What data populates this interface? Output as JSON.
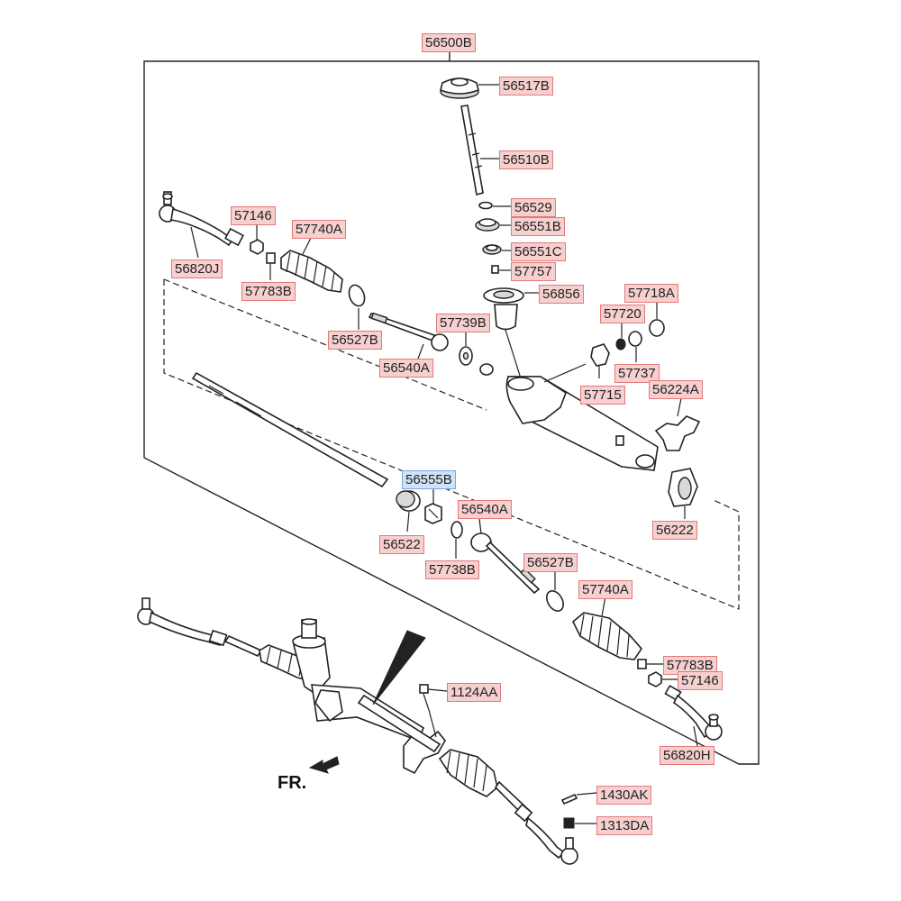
{
  "colors": {
    "label_bg": "#f6cfcf",
    "label_border": "#e27a7a",
    "highlight_bg": "#cfe3f6",
    "highlight_border": "#7aa8e2",
    "line": "#222222"
  },
  "front_indicator": "FR.",
  "labels": {
    "assembly": "56500B",
    "l56517b": "56517B",
    "l56510b": "56510B",
    "l56529": "56529",
    "l56551b": "56551B",
    "l56551c": "56551C",
    "l57757": "57757",
    "l56856": "56856",
    "l57146a": "57146",
    "l57740a1": "57740A",
    "l56820j": "56820J",
    "l57783b1": "57783B",
    "l56527b1": "56527B",
    "l57739b": "57739B",
    "l56540a1": "56540A",
    "l57718a": "57718A",
    "l57720": "57720",
    "l57737": "57737",
    "l57715": "57715",
    "l56224a": "56224A",
    "l56555b": "56555B",
    "l56540a2": "56540A",
    "l56522": "56522",
    "l57738b": "57738B",
    "l56527b2": "56527B",
    "l57740a2": "57740A",
    "l56222": "56222",
    "l57783b2": "57783B",
    "l57146b": "57146",
    "l56820h": "56820H",
    "l1124aa": "1124AA",
    "l1430ak": "1430AK",
    "l1313da": "1313DA"
  },
  "selected_part": "56555B"
}
